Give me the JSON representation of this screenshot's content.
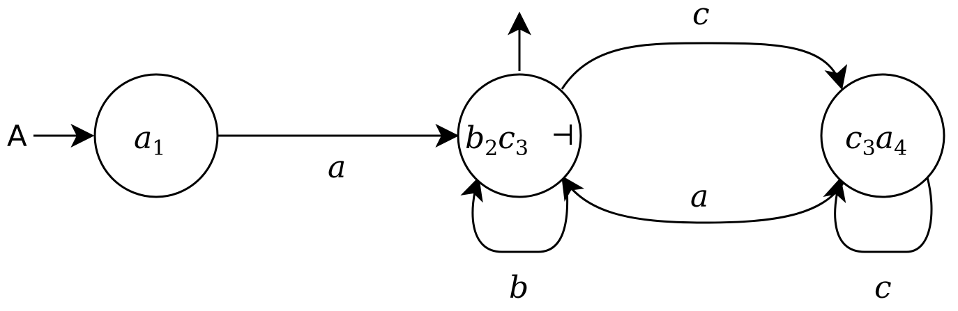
{
  "start_label": "A",
  "end_marker": "⊣",
  "states": {
    "s1": {
      "main1": "a",
      "sub1": "1"
    },
    "s2": {
      "main1": "b",
      "sub1": "2",
      "main2": "c",
      "sub2": "3"
    },
    "s3": {
      "main1": "c",
      "sub1": "3",
      "main2": "a",
      "sub2": "4"
    }
  },
  "edges": {
    "s1_s2": "a",
    "s2_s3": "c",
    "s3_s2": "a",
    "s2_loop": "b",
    "s3_loop": "c"
  },
  "colors": {
    "stroke": "#000000",
    "background": "#ffffff"
  }
}
